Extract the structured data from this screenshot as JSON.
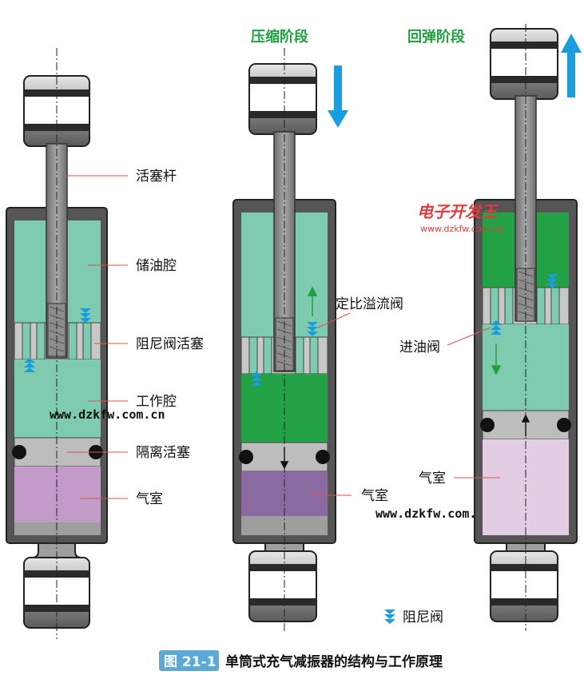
{
  "phases": {
    "compression": "压缩阶段",
    "rebound": "回弹阶段"
  },
  "labels": {
    "piston_rod": "活塞杆",
    "oil_reservoir": "储油腔",
    "damping_valve_piston": "阻尼阀活塞",
    "working_chamber": "工作腔",
    "separating_piston": "隔离活塞",
    "gas_chamber_1": "气室",
    "proportional_relief_valve": "定比溢流阀",
    "gas_chamber_2": "气室",
    "oil_inlet_valve": "进油阀",
    "gas_chamber_3": "气室"
  },
  "legend": {
    "damping_valve": "阻尼阀"
  },
  "watermarks": {
    "url_1": "www.dzkfw.com.cn",
    "url_2": "www.dzkfw.com.cn",
    "logo_text": "电子开发王",
    "logo_url": "www.dzkfw.com.cn"
  },
  "caption": {
    "number": "图 21-1",
    "title": "单筒式充气减振器的结构与工作原理"
  },
  "colors": {
    "oil_light": "#7ecbb0",
    "oil_dark": "#22a245",
    "gas_light": "#c39bc9",
    "gas_dark": "#8a6aa0",
    "gas_pale": "#e2cde2",
    "metal": "#9e9e9e",
    "metal_dark": "#4a4a4a",
    "arrow_blue": "#1a9ce0",
    "arrow_green": "#22a040"
  }
}
